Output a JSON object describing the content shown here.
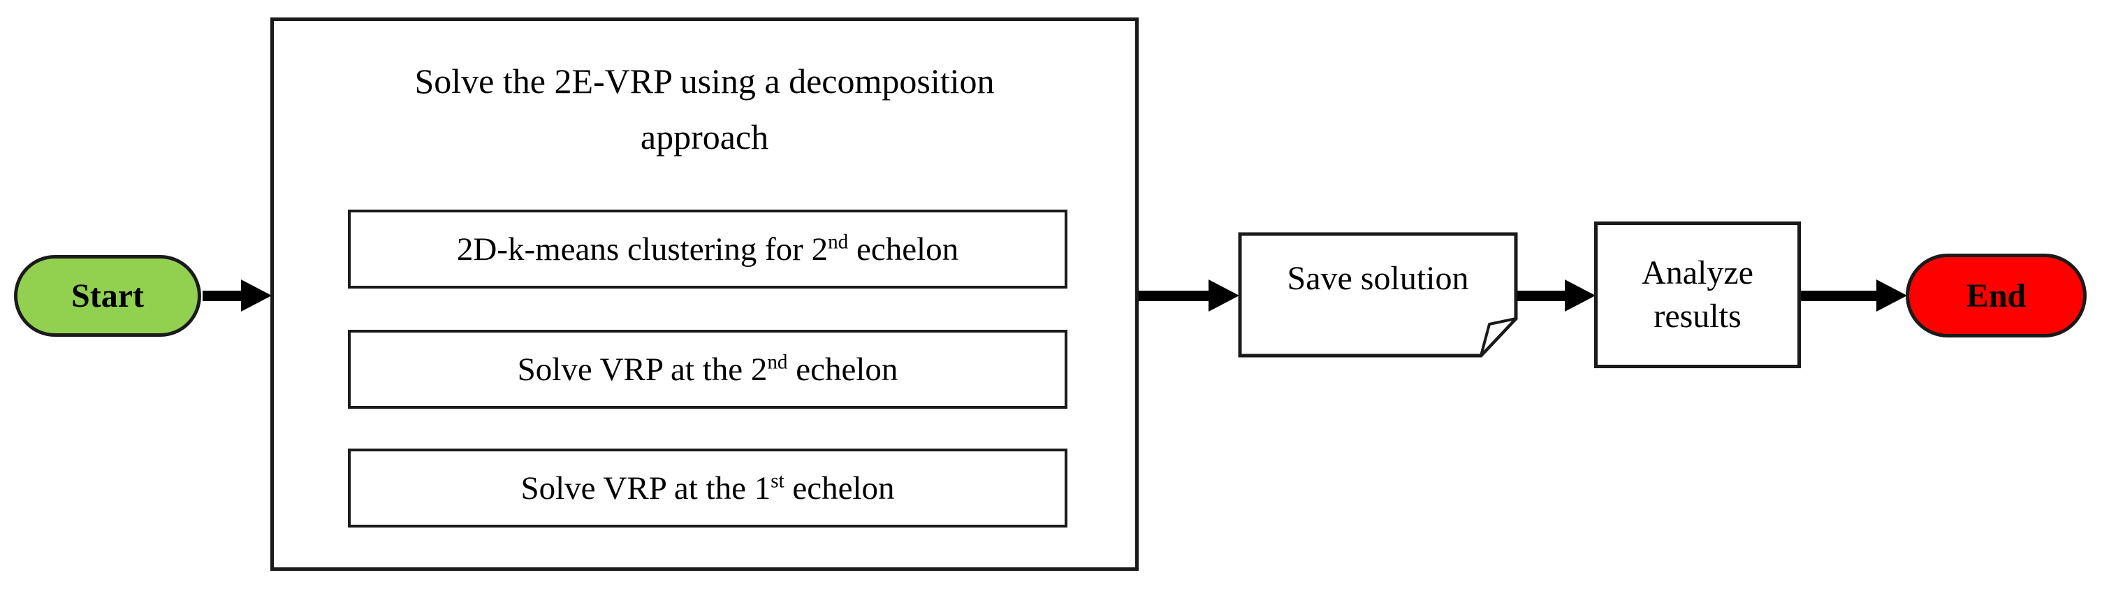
{
  "flowchart": {
    "start": {
      "label": "Start",
      "fill": "#92d050"
    },
    "process": {
      "title_line1": "Solve the 2E-VRP using a decomposition",
      "title_line2": "approach",
      "steps": [
        {
          "pre": "2D-k-means clustering for 2",
          "sup": "nd",
          "post": " echelon"
        },
        {
          "pre": "Solve VRP at the 2",
          "sup": "nd",
          "post": " echelon"
        },
        {
          "pre": "Solve VRP at the 1",
          "sup": "st",
          "post": " echelon"
        }
      ]
    },
    "save": {
      "label": "Save solution"
    },
    "analyze": {
      "line1": "Analyze",
      "line2": "results"
    },
    "end": {
      "label": "End",
      "fill": "#ff0000"
    },
    "colors": {
      "border": "#1a1a1a",
      "arrow": "#000000",
      "start_fill": "#92d050",
      "end_fill": "#ff0000"
    }
  }
}
